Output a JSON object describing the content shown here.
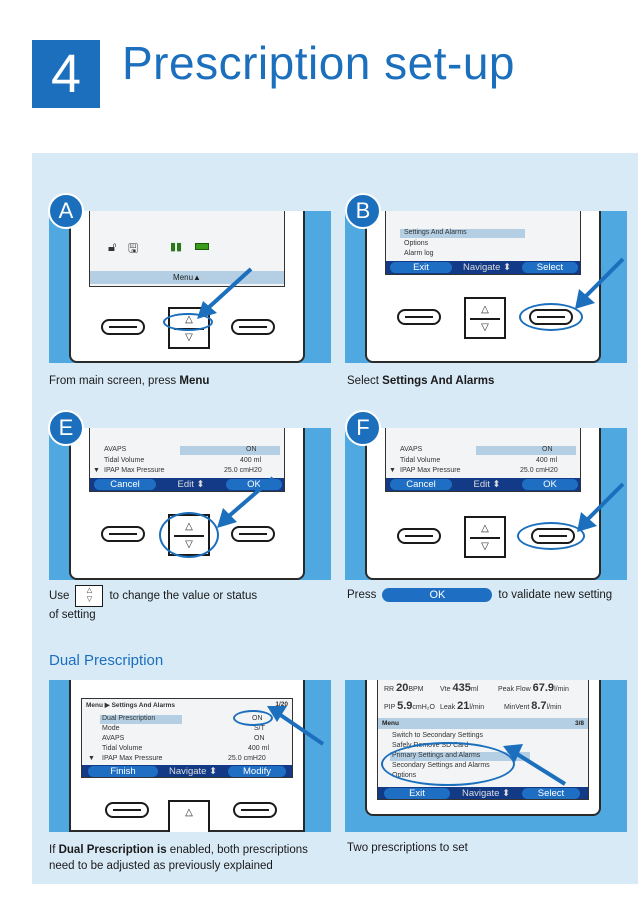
{
  "header": {
    "step_number": "4",
    "title": "Prescription set-up"
  },
  "colors": {
    "brand_blue": "#1b6fbd",
    "panel_blue": "#50a8e0",
    "light_bg": "#d9eaf7",
    "button_navy": "#123a86"
  },
  "panels": {
    "A": {
      "label": "A",
      "menu_text": "Menu▲",
      "caption_prefix": "From main screen, press ",
      "caption_bold": "Menu"
    },
    "B": {
      "label": "B",
      "items": [
        "Settings And Alarms",
        "Options",
        "Alarm log"
      ],
      "buttons": {
        "left": "Exit",
        "middle": "Navigate ⬍",
        "right": "Select"
      },
      "caption_prefix": "Select ",
      "caption_bold": "Settings And Alarms"
    },
    "E": {
      "label": "E",
      "rows": [
        {
          "name": "AVAPS",
          "value": "ON"
        },
        {
          "name": "Tidal Volume",
          "value": "400 ml"
        },
        {
          "name": "IPAP Max Pressure",
          "value": "25.0 cmH20"
        }
      ],
      "buttons": {
        "left": "Cancel",
        "middle": "Edit ⬍",
        "right": "OK"
      },
      "caption_prefix": "Use",
      "caption_suffix": "to change the value or status",
      "caption_line2": "of setting"
    },
    "F": {
      "label": "F",
      "rows": [
        {
          "name": "AVAPS",
          "value": "ON"
        },
        {
          "name": "Tidal Volume",
          "value": "400 ml"
        },
        {
          "name": "IPAP Max Pressure",
          "value": "25.0 cmH20"
        }
      ],
      "buttons": {
        "left": "Cancel",
        "middle": "Edit ⬍",
        "right": "OK"
      },
      "caption_prefix": "Press",
      "caption_pill": "OK",
      "caption_suffix": "to validate new setting"
    }
  },
  "dual": {
    "heading": "Dual Prescription",
    "left": {
      "breadcrumb": "Menu ▶ Settings And Alarms",
      "page": "1/20",
      "rows": [
        {
          "name": "Dual Prescription",
          "value": "ON"
        },
        {
          "name": "Mode",
          "value": "S/T"
        },
        {
          "name": "AVAPS",
          "value": "ON"
        },
        {
          "name": "Tidal Volume",
          "value": "400 ml"
        },
        {
          "name": "IPAP Max Pressure",
          "value": "25.0 cmH20"
        }
      ],
      "buttons": {
        "left": "Finish",
        "middle": "Navigate ⬍",
        "right": "Modify"
      },
      "caption_prefix": "If ",
      "caption_bold": "Dual Prescription is",
      "caption_rest": " enabled, both prescriptions",
      "caption_line2": "need to be adjusted as previously explained"
    },
    "right": {
      "readouts": {
        "rr_label": "RR",
        "rr_value": "20",
        "rr_unit": "BPM",
        "vte_label": "Vte",
        "vte_value": "435",
        "vte_unit": "ml",
        "pf_label": "Peak Flow",
        "pf_value": "67.9",
        "pf_unit": "l/min",
        "pip_label": "PIP",
        "pip_value": "5.9",
        "pip_unit": "cmH₂O",
        "leak_label": "Leak",
        "leak_value": "21",
        "leak_unit": "l/min",
        "mv_label": "MinVent",
        "mv_value": "8.7",
        "mv_unit": "l/min"
      },
      "menu_label": "Menu",
      "page": "3/8",
      "items": [
        "Switch to Secondary Settings",
        "Safely Remove SD Card",
        "Primary Settings and Alarms",
        "Secondary Settings and Alarms",
        "Options"
      ],
      "buttons": {
        "left": "Exit",
        "middle": "Navigate ⬍",
        "right": "Select"
      },
      "caption": "Two prescriptions to set"
    }
  }
}
